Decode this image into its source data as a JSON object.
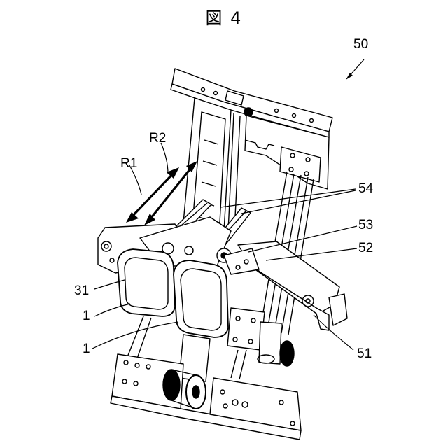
{
  "figure": {
    "title": "図 4",
    "labels": {
      "assembly": "50",
      "motion_r1": "R1",
      "motion_r2": "R2",
      "part_54": "54",
      "part_53": "53",
      "part_52": "52",
      "part_51": "51",
      "part_31": "31",
      "part_1_upper": "1",
      "part_1_lower": "1"
    }
  }
}
